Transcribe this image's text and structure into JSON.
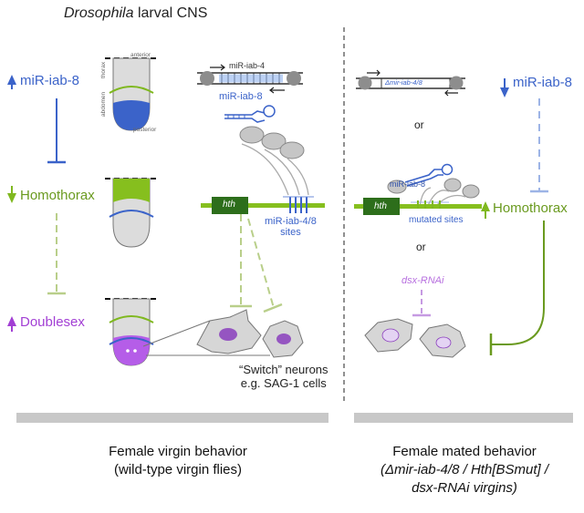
{
  "title": {
    "italic": "Drosophila",
    "rest": "larval CNS"
  },
  "left": {
    "mir_iab8": "miR-iab-8",
    "homothorax": "Homothorax",
    "doublesex": "Doublesex",
    "cns_anterior": "anterior",
    "cns_posterior": "posterior",
    "cns_thorax": "thorax",
    "cns_abdomen": "abdomen",
    "dna_mir_label": "miR-iab-4",
    "mir_label": "miR-iab-8",
    "hth_gene": "hth",
    "sites_line1": "miR-iab-4/8",
    "sites_line2": "sites",
    "neurons_line1": "“Switch” neurons",
    "neurons_line2": "e.g. SAG-1 cells",
    "footer_line1": "Female virgin behavior",
    "footer_line2": "(wild-type virgin flies)"
  },
  "right": {
    "mir_iab8": "miR-iab-8",
    "homothorax": "Homothorax",
    "dna_label": "Δmir-iab-4/8",
    "or1": "or",
    "or2": "or",
    "mir_label": "miR-iab-8",
    "hth_gene": "hth",
    "mutated_sites": "mutated sites",
    "dsx_rnai": "dsx-RNAi",
    "footer_line1": "Female mated behavior",
    "footer_line2": "(Δmir-iab-4/8  / Hth[BSmut] /",
    "footer_line3": "dsx-RNAi virgins)"
  },
  "colors": {
    "blue": "#3b63c9",
    "green": "#7fb81f",
    "purple": "#a23fd4",
    "gray": "#c8c8c8"
  }
}
